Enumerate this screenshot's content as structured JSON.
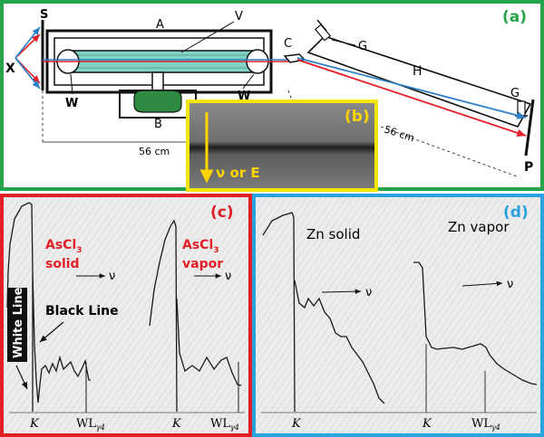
{
  "panel_a": {
    "label": "(a)",
    "frame_color": "#23a34a",
    "labels": {
      "S": "S",
      "X": "X",
      "A": "A",
      "V": "V",
      "C": "C",
      "G_left": "G",
      "W_left": "W",
      "W_right": "W",
      "B": "B",
      "H": "H",
      "G_right": "G",
      "P": "P",
      "dist_left": "56 cm",
      "dist_right": "56 cm"
    },
    "tube_color": "#7fd3c4",
    "vessel_color": "#2e8b43",
    "ray_colors": {
      "red": "#e21f26",
      "blue": "#2b7fc8"
    }
  },
  "panel_b": {
    "label": "(b)",
    "frame_color": "#f2e600",
    "arrow_text": "ν or E",
    "arrow_color": "#ffd400"
  },
  "panel_c": {
    "label": "(c)",
    "frame_color": "#e21f26",
    "text_color": "#e21f26",
    "solid_name": "AsCl",
    "solid_sub": "3",
    "solid_state": "solid",
    "vapor_name": "AsCl",
    "vapor_sub": "3",
    "vapor_state": "vapor",
    "nu": "ν",
    "nu2": "ν",
    "white_line": "White Line",
    "black_line": "Black Line",
    "tick_K1": "K",
    "tick_WL1": "WL",
    "tick_WL1_sub": "γ4",
    "tick_K2": "K",
    "tick_WL2": "WL",
    "tick_WL2_sub": "γ4"
  },
  "panel_d": {
    "label": "(d)",
    "frame_color": "#29a3df",
    "solid_text": "Zn solid",
    "vapor_text": "Zn vapor",
    "nu": "ν",
    "nu2": "ν",
    "tick_K1": "K",
    "tick_K2": "K",
    "tick_WL": "WL",
    "tick_WL_sub": "γ4"
  }
}
